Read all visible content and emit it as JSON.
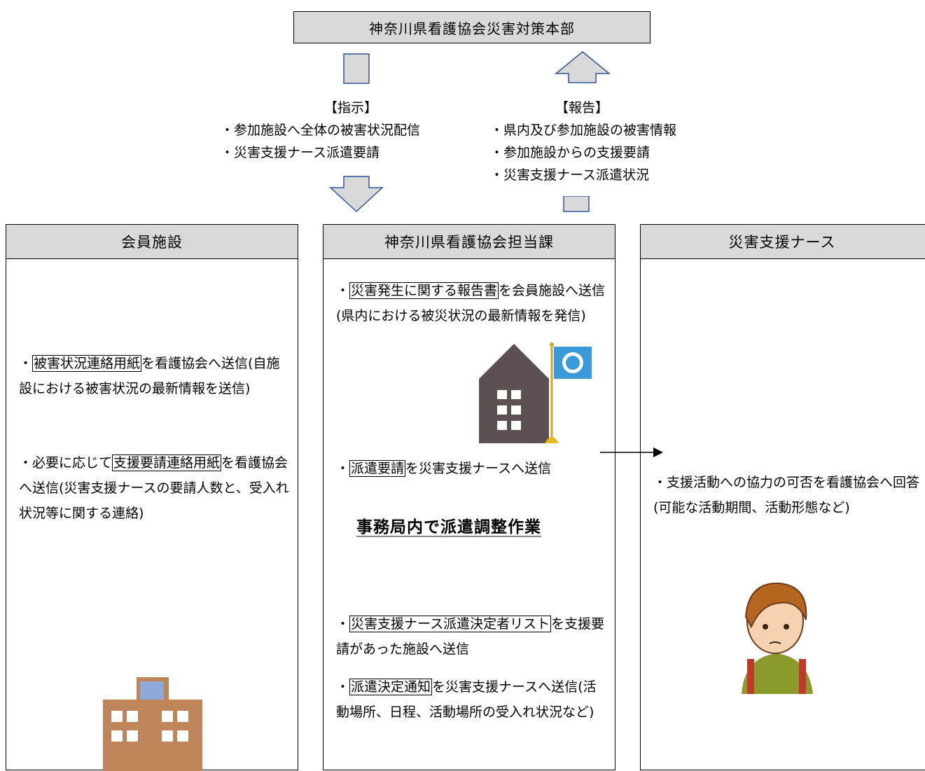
{
  "hq": {
    "title": "神奈川県看護協会災害対策本部"
  },
  "instructions": {
    "heading": "【指示】",
    "items": [
      "・参加施設へ全体の被害状況配信",
      "・災害支援ナース派遣要請"
    ]
  },
  "reports": {
    "heading": "【報告】",
    "items": [
      "・県内及び参加施設の被害情報",
      "・参加施設からの支援要請",
      "・災害支援ナース派遣状況"
    ]
  },
  "columns": {
    "member": {
      "header": "会員施設",
      "p1": {
        "bullet": "・",
        "kw": "被害状況連絡用紙",
        "rest": "を看護協会へ送信(自施設における被害状況の最新情報を送信)"
      },
      "p2": {
        "bullet": "・必要に応じて",
        "kw": "支援要請連絡用紙",
        "rest": "を看護協会へ送信(災害支援ナースの要請人数と、受入れ状況等に関する連絡)"
      }
    },
    "office": {
      "header": "神奈川県看護協会担当課",
      "p1": {
        "bullet": "・",
        "kw": "災害発生に関する報告書",
        "rest": "を会員施設へ送信(県内における被災状況の最新情報を発信)"
      },
      "p2": {
        "bullet": "・",
        "kw": "派遣要請",
        "rest": "を災害支援ナースへ送信"
      },
      "work_title": "事務局内で派遣調整作業",
      "p3": {
        "bullet": "・",
        "kw": "災害支援ナース派遣決定者リスト",
        "rest": "を支援要請があった施設へ送信"
      },
      "p4": {
        "bullet": "・",
        "kw": "派遣決定通知",
        "rest": "を災害支援ナースへ送信(活動場所、日程、活動場所の受入れ状況など)"
      }
    },
    "nurse": {
      "header": "災害支援ナース",
      "p1": "・支援活動への協力の可否を看護協会へ回答(可能な活動期間、活動形態など)"
    }
  },
  "colors": {
    "box_fill": "#d9d9d9",
    "arrow_fill": "#d9d9d9",
    "arrow_stroke": "#2f5597",
    "building_dark": "#5a5150",
    "building_orange": "#c0845b",
    "window_blue": "#8eaadb"
  },
  "icons": [
    "building-icon",
    "flag-icon",
    "hospital-icon",
    "nurse-illustration",
    "arrow-right-icon"
  ]
}
